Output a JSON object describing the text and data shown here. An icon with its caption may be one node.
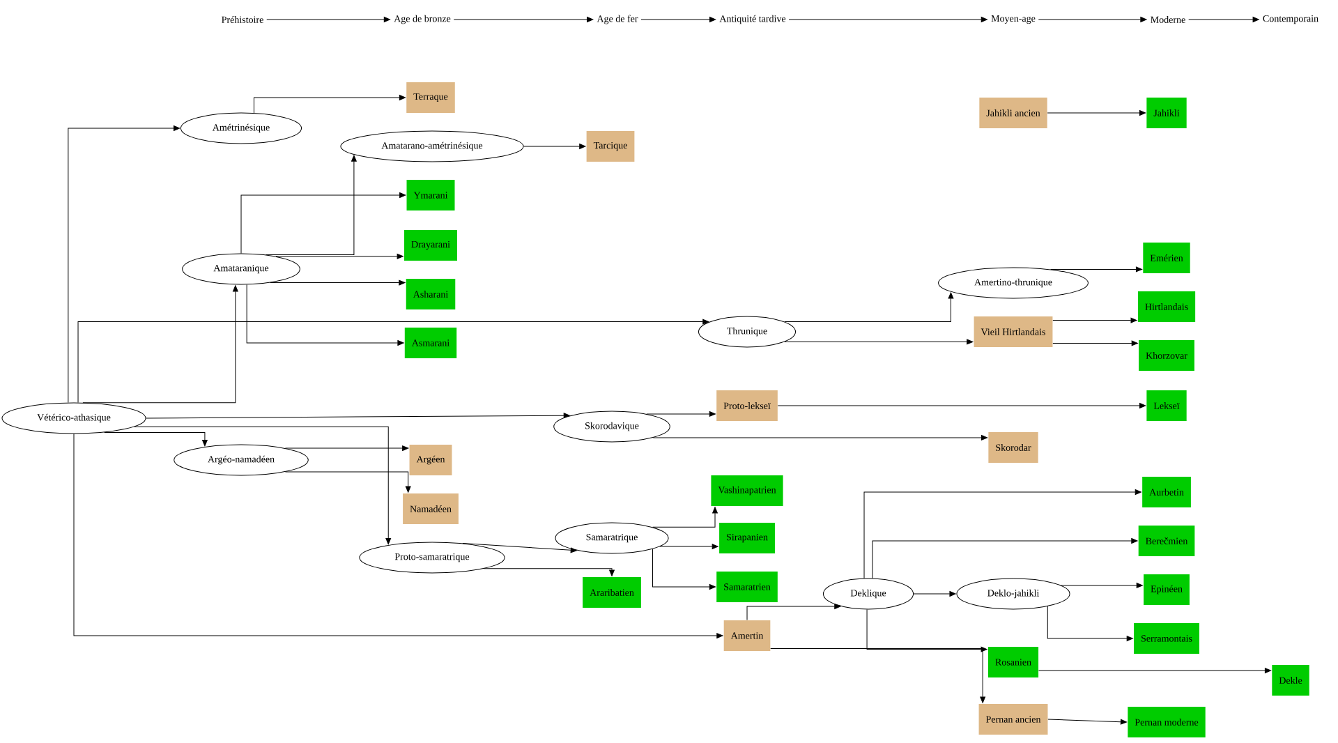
{
  "diagram": {
    "nodes": [
      {
        "text": [
          "Préhistoire"
        ]
      },
      {
        "text": [
          "Age de bronze"
        ]
      },
      {
        "text": [
          "Age de fer"
        ]
      },
      {
        "text": [
          "Antiquité tardive"
        ]
      },
      {
        "text": [
          "Moyen-age"
        ]
      },
      {
        "text": [
          "Moderne"
        ]
      },
      {
        "text": [
          "Contemporain"
        ]
      },
      {
        "text": [
          "Vétérico-athasique"
        ]
      },
      {
        "text": [
          "Amétrinésique"
        ]
      },
      {
        "text": [
          "Terraque"
        ]
      },
      {
        "text": [
          "Amatarano-amétrinésique"
        ]
      },
      {
        "text": [
          "Tarcique"
        ]
      },
      {
        "text": [
          "Amataranique"
        ]
      },
      {
        "text": [
          "Ymarani"
        ]
      },
      {
        "text": [
          "Drayarani"
        ]
      },
      {
        "text": [
          "Asharani"
        ]
      },
      {
        "text": [
          "Asmarani"
        ]
      },
      {
        "text": [
          "Thrunique"
        ]
      },
      {
        "text": [
          "Amertino-thrunique"
        ]
      },
      {
        "text": [
          "Vieil Hirtlandais"
        ]
      },
      {
        "text": [
          "Emérien"
        ]
      },
      {
        "text": [
          "Hirtlandais"
        ]
      },
      {
        "text": [
          "Khorzovar"
        ]
      },
      {
        "text": [
          "Jahikli ancien"
        ]
      },
      {
        "text": [
          "Jahikli"
        ]
      },
      {
        "text": [
          "Skorodavique"
        ]
      },
      {
        "text": [
          "Proto-lekseï"
        ]
      },
      {
        "text": [
          "Lekseï"
        ]
      },
      {
        "text": [
          "Skorodar"
        ]
      },
      {
        "text": [
          "Argéo-namadéen"
        ]
      },
      {
        "text": [
          "Argéen"
        ]
      },
      {
        "text": [
          "Namadéen"
        ]
      },
      {
        "text": [
          "Proto-samaratrique"
        ]
      },
      {
        "text": [
          "Samaratrique"
        ]
      },
      {
        "text": [
          "Araribatien"
        ]
      },
      {
        "text": [
          "Vashinapatrien"
        ]
      },
      {
        "text": [
          "Sirapanien"
        ]
      },
      {
        "text": [
          "Samaratrien"
        ]
      },
      {
        "text": [
          "Amertin"
        ]
      },
      {
        "text": [
          "Deklique"
        ]
      },
      {
        "text": [
          "Deklo-jahikli"
        ]
      },
      {
        "text": [
          "Aurbetin"
        ]
      },
      {
        "text": [
          "Berečmien"
        ]
      },
      {
        "text": [
          "Epinéen"
        ]
      },
      {
        "text": [
          "Serramontais"
        ]
      },
      {
        "text": [
          "Rosanien"
        ]
      },
      {
        "text": [
          "Dekle"
        ]
      },
      {
        "text": [
          "Pernan ancien"
        ]
      },
      {
        "text": [
          "Pernan moderne"
        ]
      }
    ],
    "edges": [
      {
        "from": 0,
        "to": 1,
        "arrow": "to"
      },
      {
        "from": 1,
        "to": 2,
        "arrow": "to"
      },
      {
        "from": 2,
        "to": 3,
        "arrow": "to"
      },
      {
        "from": 3,
        "to": 4,
        "arrow": "to"
      },
      {
        "from": 4,
        "to": 5,
        "arrow": "to"
      },
      {
        "from": 5,
        "to": 6,
        "arrow": "to"
      },
      {
        "from": 7,
        "to": 8,
        "arrow": "to"
      },
      {
        "from": 8,
        "to": 9,
        "arrow": "to"
      },
      {
        "from": 10,
        "to": 11,
        "arrow": "to"
      },
      {
        "from": 12,
        "to": 13,
        "arrow": "to"
      },
      {
        "from": 12,
        "to": 10,
        "arrow": "to"
      },
      {
        "from": 12,
        "to": 14,
        "arrow": "to"
      },
      {
        "from": 12,
        "to": 15,
        "arrow": "to"
      },
      {
        "from": 12,
        "to": 16,
        "arrow": "to"
      },
      {
        "from": 7,
        "to": 12,
        "arrow": "to"
      },
      {
        "from": 7,
        "to": 17,
        "arrow": "to"
      },
      {
        "from": 17,
        "to": 18,
        "arrow": "to"
      },
      {
        "from": 17,
        "to": 19,
        "arrow": "to"
      },
      {
        "from": 18,
        "to": 20,
        "arrow": "to"
      },
      {
        "from": 19,
        "to": 21,
        "arrow": "to"
      },
      {
        "from": 19,
        "to": 22,
        "arrow": "to"
      },
      {
        "from": 23,
        "to": 24,
        "arrow": "to"
      },
      {
        "from": 7,
        "to": 25,
        "arrow": "to"
      },
      {
        "from": 25,
        "to": 26,
        "arrow": "to"
      },
      {
        "from": 26,
        "to": 27,
        "arrow": "to"
      },
      {
        "from": 25,
        "to": 28,
        "arrow": "to"
      },
      {
        "from": 7,
        "to": 29,
        "arrow": "to"
      },
      {
        "from": 29,
        "to": 30,
        "arrow": "to"
      },
      {
        "from": 29,
        "to": 31,
        "arrow": "to"
      },
      {
        "from": 7,
        "to": 32,
        "arrow": "to"
      },
      {
        "from": 32,
        "to": 33,
        "arrow": "to"
      },
      {
        "from": 32,
        "to": 34,
        "arrow": "to"
      },
      {
        "from": 33,
        "to": 35,
        "arrow": "to"
      },
      {
        "from": 33,
        "to": 36,
        "arrow": "to"
      },
      {
        "from": 33,
        "to": 37,
        "arrow": "to"
      },
      {
        "from": 7,
        "to": 38,
        "arrow": "to"
      },
      {
        "from": 38,
        "to": 39,
        "arrow": "to"
      },
      {
        "from": 39,
        "to": 40,
        "arrow": "to"
      },
      {
        "from": 39,
        "to": 41,
        "arrow": "to"
      },
      {
        "from": 39,
        "to": 42,
        "arrow": "to"
      },
      {
        "from": 40,
        "to": 43,
        "arrow": "to"
      },
      {
        "from": 40,
        "to": 44,
        "arrow": "to"
      },
      {
        "from": 39,
        "to": 45,
        "arrow": "to"
      },
      {
        "from": 38,
        "to": 47,
        "arrow": "to"
      },
      {
        "from": 45,
        "to": 46,
        "arrow": "to"
      },
      {
        "from": 47,
        "to": 48,
        "arrow": "to"
      }
    ]
  }
}
